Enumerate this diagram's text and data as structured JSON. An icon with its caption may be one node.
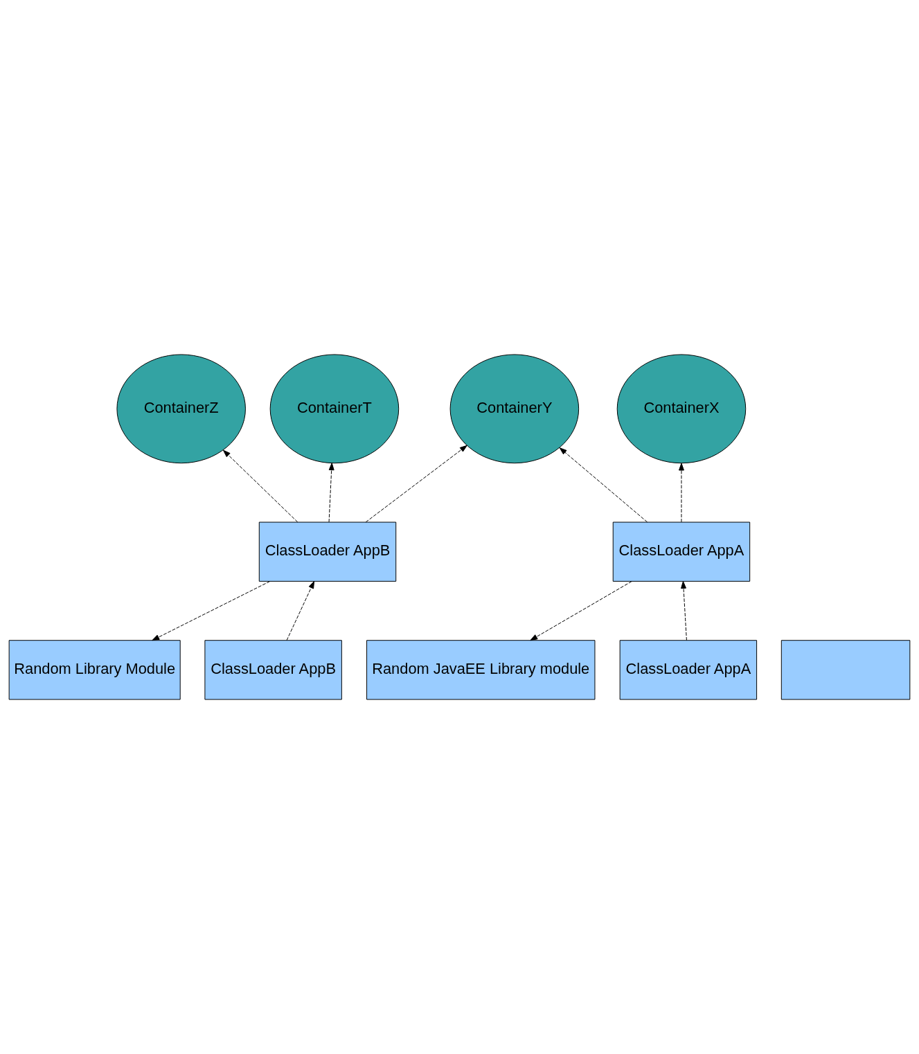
{
  "diagram": {
    "nodes": [
      {
        "text": [
          "ContainerX"
        ]
      },
      {
        "text": [
          "ContainerY"
        ]
      },
      {
        "text": [
          "ContainerZ"
        ]
      },
      {
        "text": [
          "ContainerT"
        ]
      },
      {
        "text": [
          "ClassLoader AppA"
        ]
      },
      {
        "text": [
          "ClassLoader AppB"
        ]
      },
      {
        "text": [
          "ClassLoader AppA"
        ]
      },
      {
        "text": [
          "ClassLoader AppB"
        ]
      },
      {
        "text": [
          "Random JavaEE Library module"
        ]
      },
      {
        "text": [],
        "shape": "box"
      },
      {
        "text": [
          "Random Library Module"
        ]
      }
    ],
    "edges": [
      {
        "from": 4,
        "to": 0,
        "arrow": "to",
        "style": "dashed"
      },
      {
        "from": 4,
        "to": 1,
        "arrow": "to",
        "style": "dashed"
      },
      {
        "from": 5,
        "to": 1,
        "arrow": "to",
        "style": "dashed"
      },
      {
        "from": 5,
        "to": 2,
        "arrow": "to",
        "style": "dashed"
      },
      {
        "from": 5,
        "to": 3,
        "arrow": "to",
        "style": "dashed"
      },
      {
        "from": 6,
        "to": 4,
        "arrow": "to",
        "style": "dashed"
      },
      {
        "from": 7,
        "to": 5,
        "arrow": "to",
        "style": "dashed"
      },
      {
        "from": 4,
        "to": 8,
        "arrow": "to",
        "style": "dashed"
      },
      {
        "from": 5,
        "to": 10,
        "arrow": "to",
        "style": "dashed"
      }
    ]
  }
}
